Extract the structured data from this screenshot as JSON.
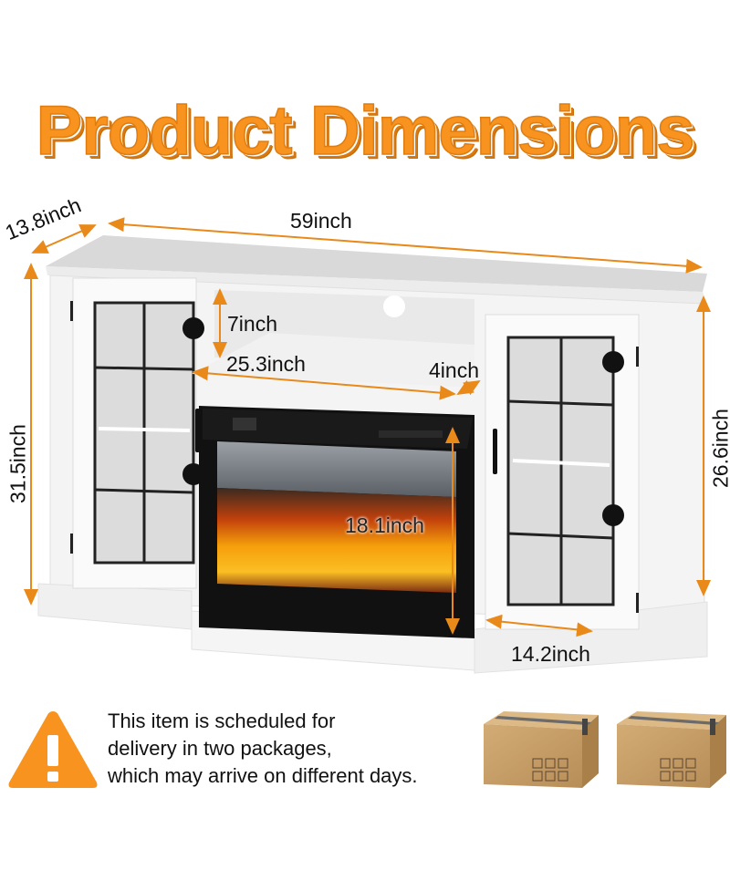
{
  "title": "Product Dimensions",
  "dimensions": {
    "depth": "13.8inch",
    "width": "59inch",
    "total_height": "31.5inch",
    "cabinet_height": "26.6inch",
    "shelf_height": "7inch",
    "fireplace_width": "25.3inch",
    "fireplace_depth": "4inch",
    "fireplace_height": "18.1inch",
    "cabinet_width": "14.2inch"
  },
  "notice": {
    "line1": "This item is scheduled for",
    "line2": "delivery in two packages,",
    "line3": "which may arrive on different days."
  },
  "colors": {
    "accent": "#f7931e",
    "arrow": "#e8891a",
    "box": "#c9a06a"
  }
}
